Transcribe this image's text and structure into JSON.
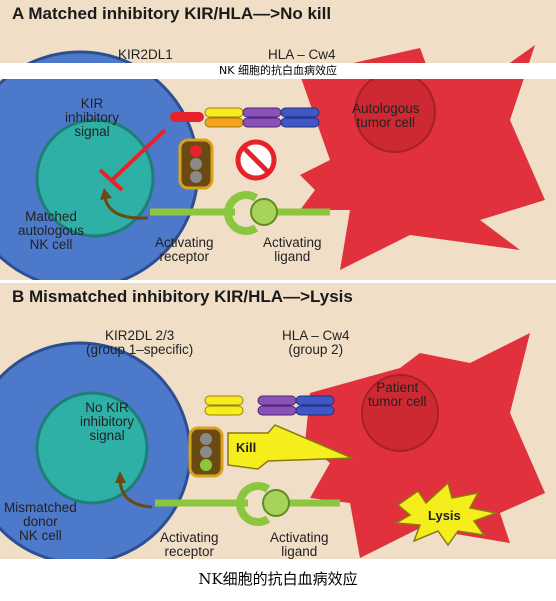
{
  "overlay_text": "NK 细胞的抗白血病效应",
  "caption": "NK细胞的抗白血病效应",
  "panel_a": {
    "title": "A   Matched inhibitory KIR/HLA—>No kill",
    "kir_label": "KIR2DL1",
    "hla_label": "HLA – Cw4",
    "kir_signal": "KIR\ninhibitory\nsignal",
    "tumor": "Autologous\ntumor cell",
    "nk_cell": "Matched\nautologous\nNK cell",
    "act_receptor": "Activating\nreceptor",
    "act_ligand": "Activating\nligand"
  },
  "panel_b": {
    "title": "B   Mismatched inhibitory KIR/HLA—>Lysis",
    "kir_label": "KIR2DL 2/3\n(group 1–specific)",
    "hla_label": "HLA – Cw4\n(group 2)",
    "kir_signal": "No KIR\ninhibitory\nsignal",
    "tumor": "Patient\ntumor cell",
    "kill": "Kill",
    "lysis": "Lysis",
    "nk_cell": "Mismatched\ndonor\nNK cell",
    "act_receptor": "Activating\nreceptor",
    "act_ligand": "Activating\nligand"
  },
  "colors": {
    "background": "#f0dfc6",
    "nk_cell": "#4c79c9",
    "nucleus": "#2fb0a6",
    "tumor_cell": "#e0313c",
    "tumor_nucleus": "#d42a35",
    "inhibitory_bar": "#e8222a",
    "activating": "#8cc63f",
    "kill_bolt": "#f5ee1c"
  }
}
